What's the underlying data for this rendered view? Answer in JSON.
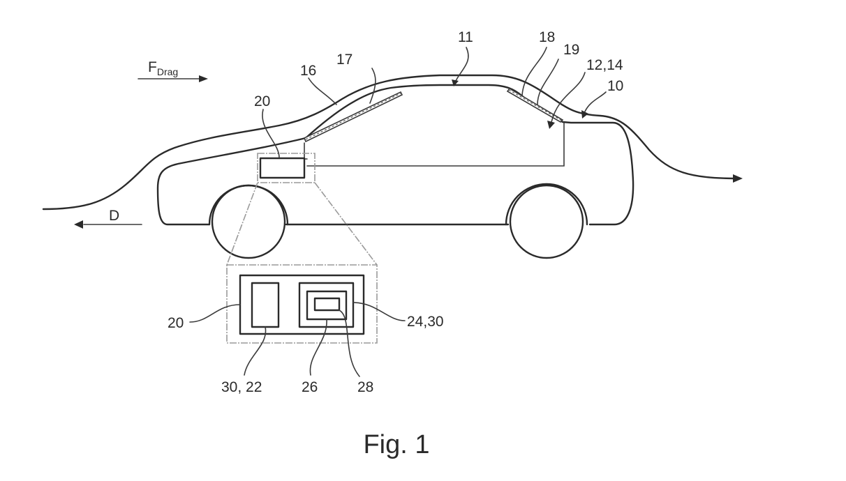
{
  "figure": {
    "caption": "Fig. 1",
    "arrows": {
      "drag_force_label": "F",
      "drag_force_subscript": "Drag",
      "direction_label": "D"
    },
    "reference_numerals": {
      "vehicle": "10",
      "roof_arrow": "11",
      "interior": "12,14",
      "front_panel": "16",
      "front_panel_outer": "17",
      "rear_panel": "18",
      "rear_panel_outer": "19",
      "control_unit": "20"
    },
    "detail_view": {
      "unit_label": "20",
      "left_component": "30, 22",
      "right_component": "24,30",
      "inner_component": "26",
      "innermost_component": "28"
    }
  }
}
